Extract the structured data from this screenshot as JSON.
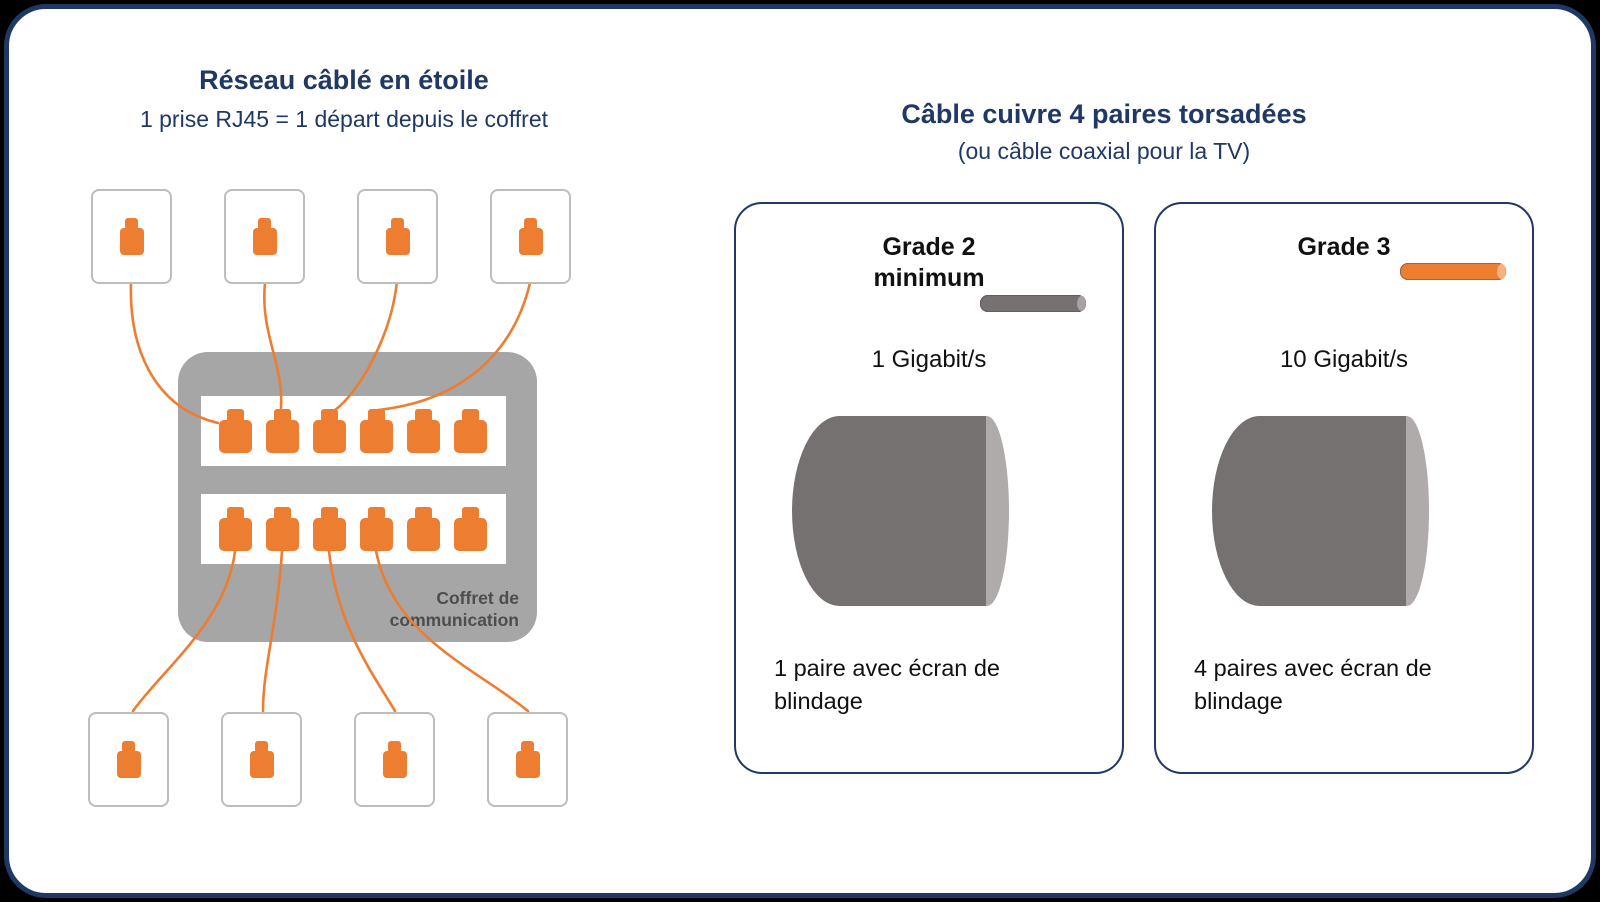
{
  "left_panel": {
    "title": "Réseau câblé en étoile",
    "subtitle": "1 prise RJ45 = 1 départ depuis le coffret",
    "cabinet_label": "Coffret de communication",
    "top_socket_count": 4,
    "bottom_socket_count": 4,
    "cabinet_port_rows": 2,
    "ports_per_row": 6
  },
  "right_panel": {
    "title": "Câble cuivre 4 paires torsadées",
    "subtitle": "(ou câble coaxial pour la TV)",
    "cards": [
      {
        "header": "Grade 2 minimum",
        "speed": "1 Gigabit/s",
        "description": "1 paire avec écran de blindage",
        "wires": [
          "orange",
          "gray",
          "gray",
          "gray"
        ]
      },
      {
        "header": "Grade 3",
        "speed": "10 Gigabit/s",
        "description": "4 paires avec écran de blindage",
        "wires": [
          "orange",
          "orange",
          "orange",
          "orange"
        ]
      }
    ]
  },
  "colors": {
    "navy": "#1F3864",
    "orange": "#ED7D31",
    "orange_light": "#F4B183",
    "cabinet_gray": "#A6A6A6",
    "cable_gray": "#757171",
    "cable_cap_gray": "#AFABAB",
    "label_gray": "#4D4D4D",
    "socket_border": "#BDBDBD",
    "outer_background": "#000000"
  },
  "icons": {
    "socket_icon": "rj45-plug",
    "port_icon": "rj45-port"
  }
}
